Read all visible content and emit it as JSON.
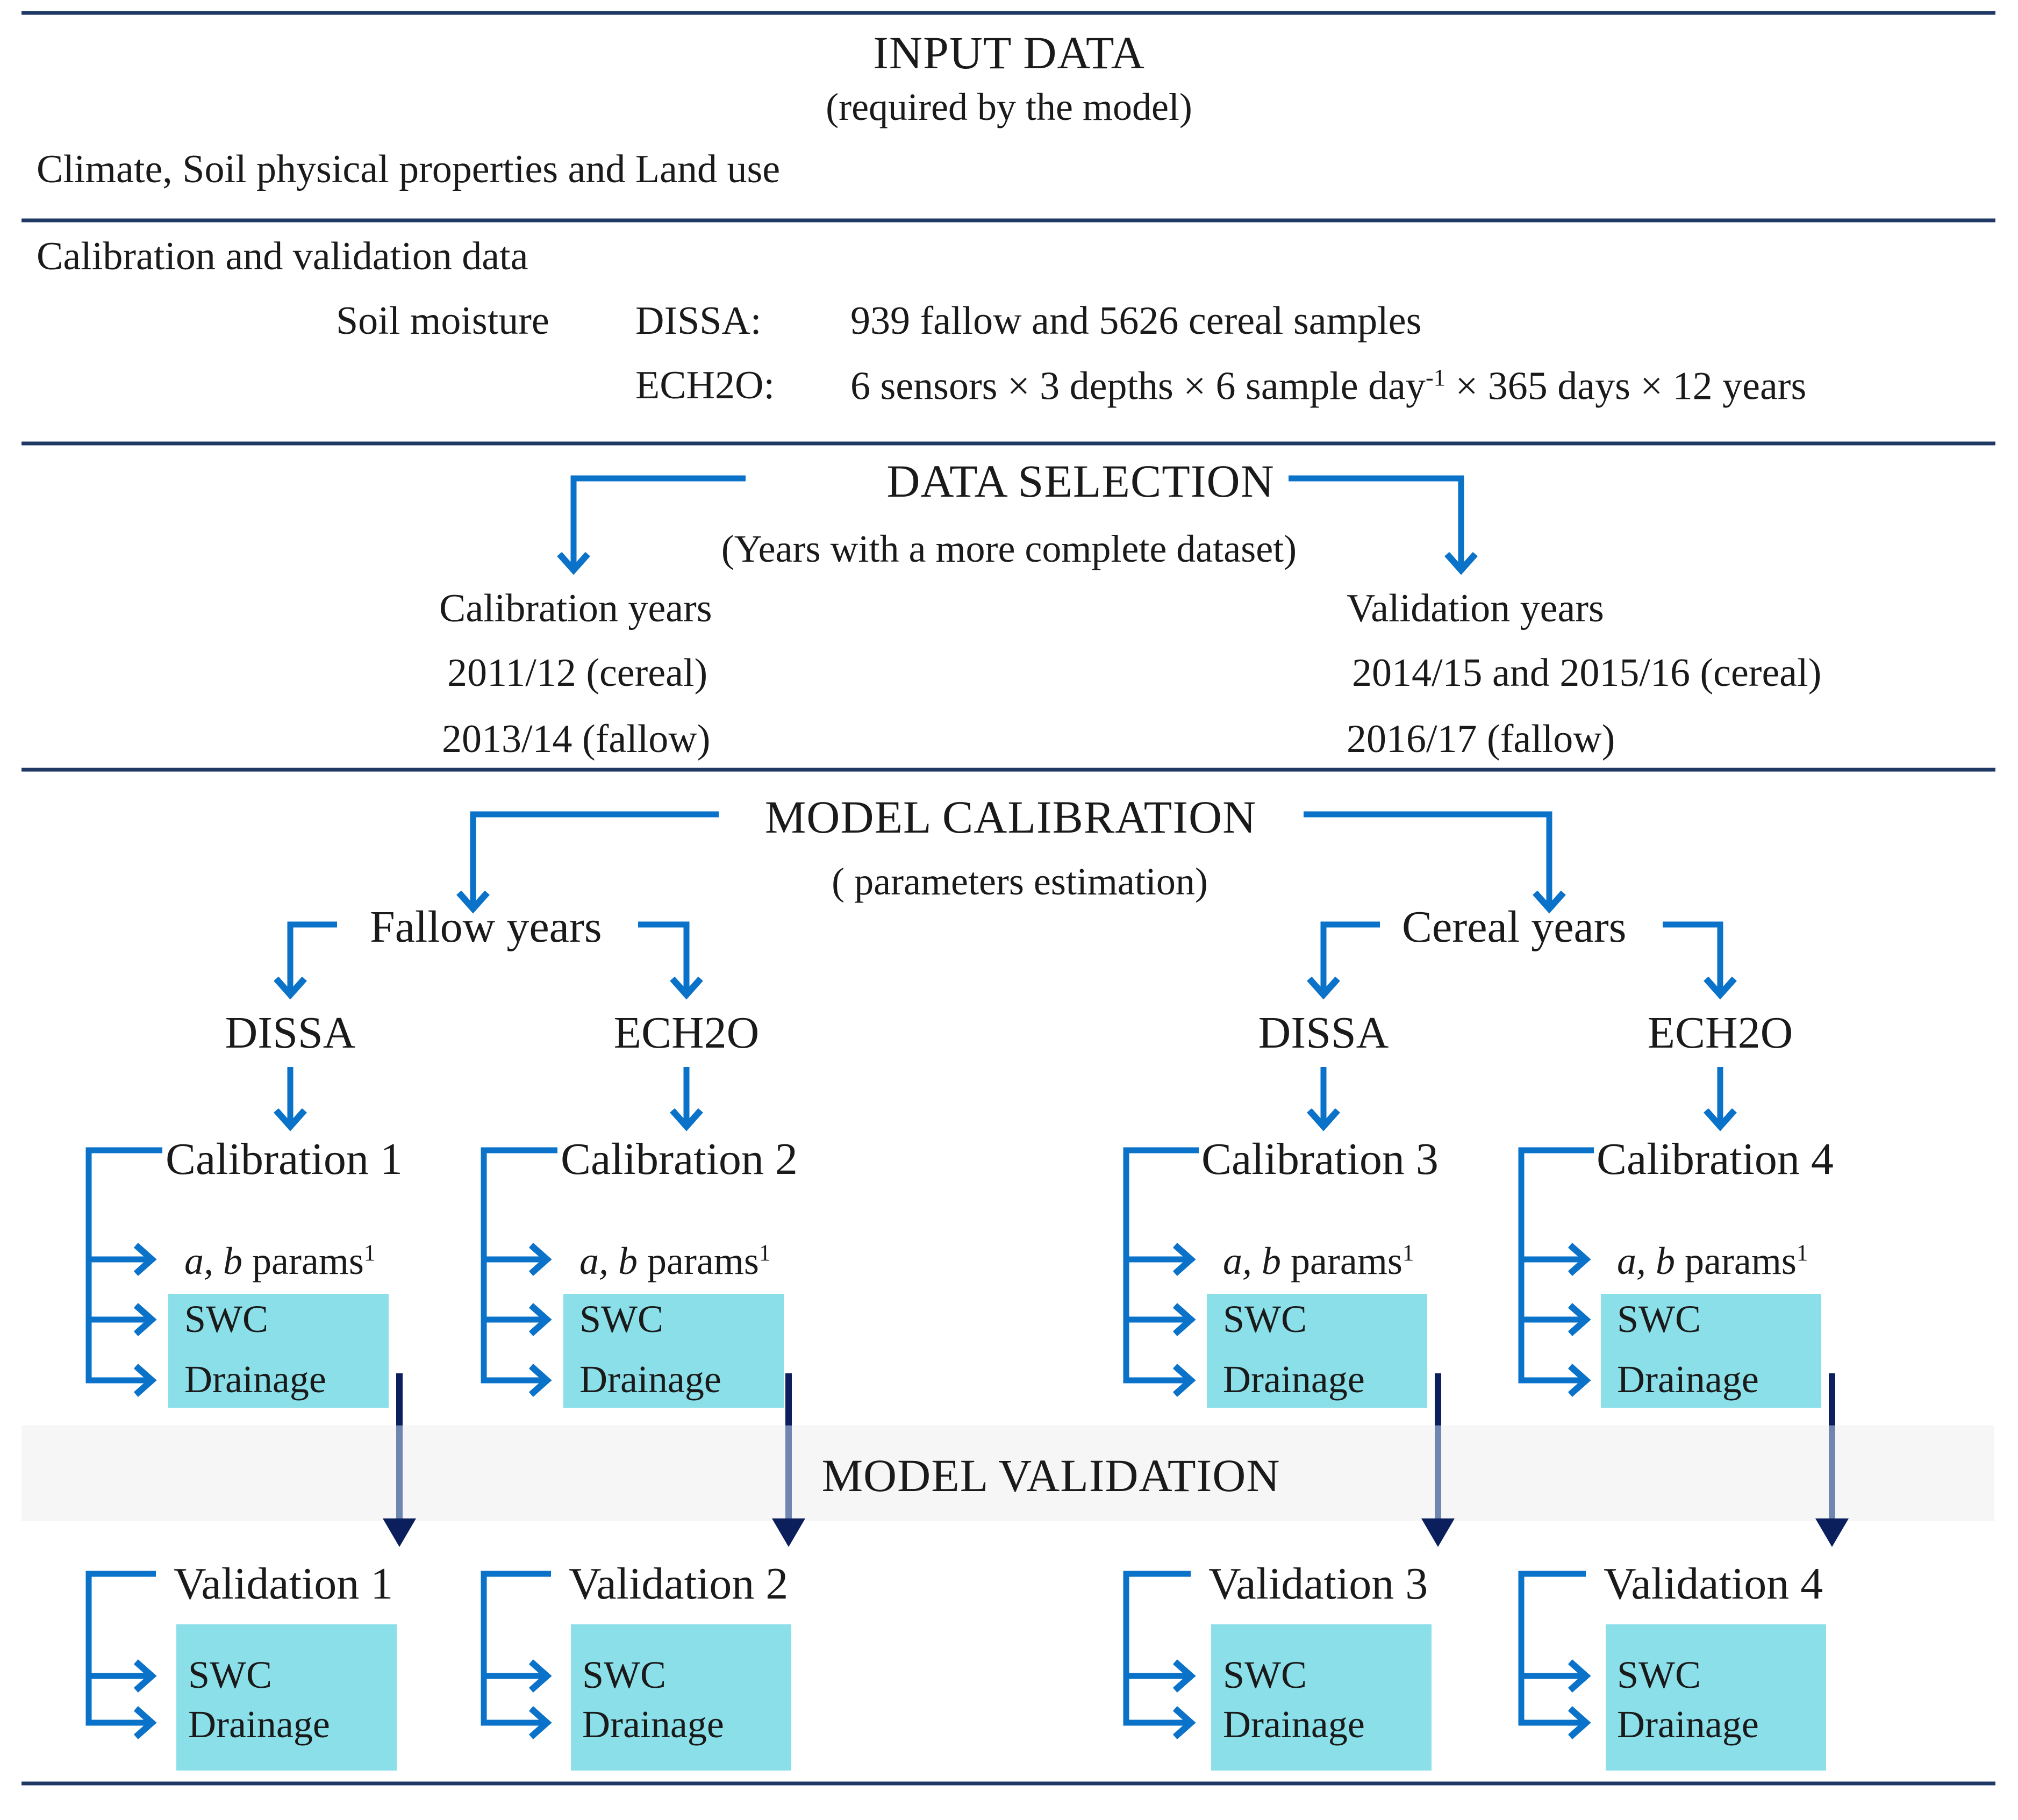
{
  "colors": {
    "rule": "#1f3864",
    "arrow": "#0a72c8",
    "box": "#8adfe9",
    "band": "#f6f6f6",
    "dark_arrow": "#0b1f5c",
    "fade_arrow": "#6f86b0"
  },
  "input": {
    "title": "INPUT DATA",
    "subtitle": "(required by the model)",
    "line": "Climate,  Soil  physical  properties  and  Land  use"
  },
  "calval": {
    "heading": "Calibration  and  validation  data",
    "soil_moisture": "Soil moisture",
    "dissa_label": "DISSA:",
    "dissa_value": "939 fallow and 5626 cereal samples",
    "ech_label": "ECH2O:",
    "ech_value_a": "6 sensors  × 3 depths  × 6 sample day",
    "ech_value_sup": "-1",
    "ech_value_b": " × 365 days  × 12 years"
  },
  "selection": {
    "title": "DATA  SELECTION",
    "subtitle": "(Years with a more complete dataset)",
    "cal_heading": "Calibration  years",
    "cal_1": "2011/12 (cereal)",
    "cal_2": "2013/14 (fallow)",
    "val_heading": "Validation  years",
    "val_1": "2014/15 and 2015/16 (cereal)",
    "val_2": "2016/17 (fallow)"
  },
  "calibration": {
    "title": "MODEL  CALIBRATION",
    "subtitle": "( parameters  estimation)",
    "fallow": "Fallow  years",
    "cereal": "Cereal  years",
    "dissa": "DISSA",
    "ech2o": "ECH2O",
    "cal_labels": [
      "Calibration  1",
      "Calibration  2",
      "Calibration  3",
      "Calibration  4"
    ],
    "params_a": "a, b",
    "params_b": " params",
    "params_sup": "1",
    "swc": "SWC",
    "drainage": "Drainage"
  },
  "validation": {
    "title": "MODEL  VALIDATION",
    "val_labels": [
      "Validation  1",
      "Validation  2",
      "Validation  3",
      "Validation  4"
    ],
    "swc": "SWC",
    "drainage": "Drainage"
  }
}
